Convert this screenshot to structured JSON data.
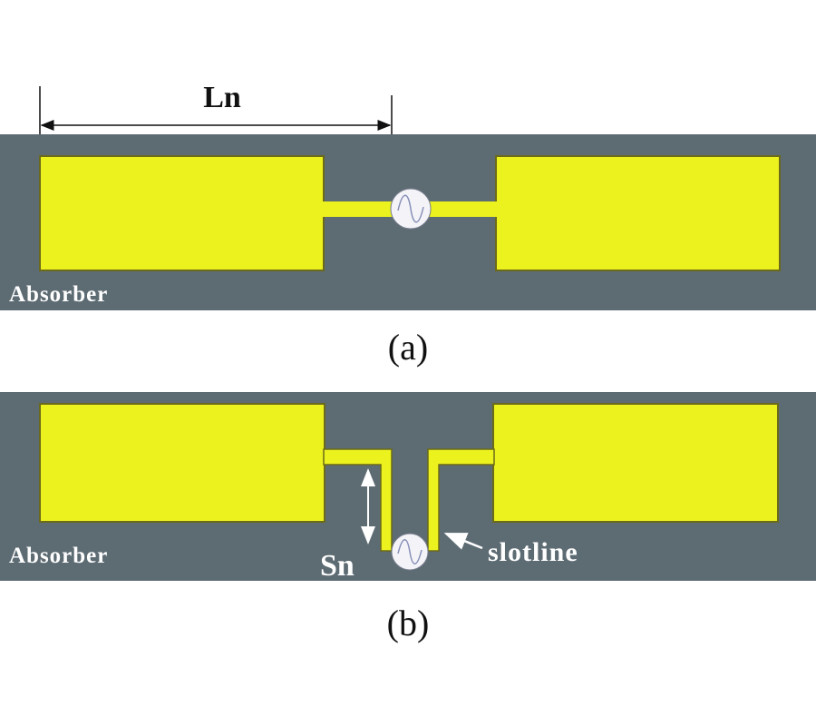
{
  "colors": {
    "substrate": "#5d6b73",
    "patch": "#ecf21e",
    "patch_edge": "#6b6a1a",
    "source": "#f4f4f8",
    "label": "#ffffff"
  },
  "panel_a": {
    "dimension_label": "Ln",
    "absorber_label": "Absorber",
    "caption": "(a)"
  },
  "panel_b": {
    "dimension_label": "Sn",
    "absorber_label": "Absorber",
    "slot_label": "slotline",
    "caption": "(b)"
  }
}
